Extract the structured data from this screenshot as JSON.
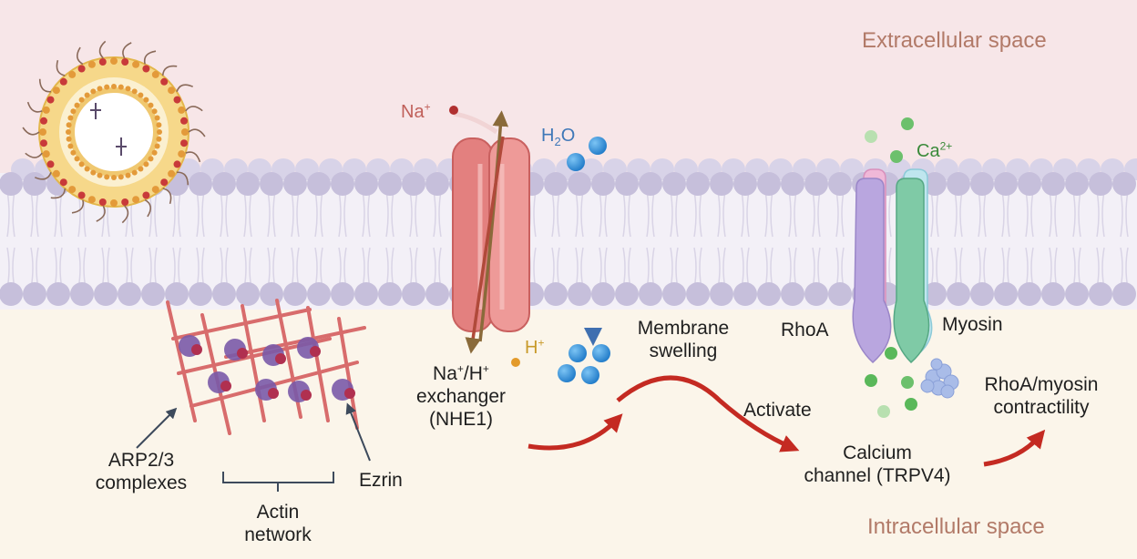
{
  "regions": {
    "extracellular": "Extracellular space",
    "intracellular": "Intracellular space"
  },
  "ions": {
    "na": "Na",
    "na_charge": "+",
    "h": "H",
    "h_charge": "+",
    "h2o_h": "H",
    "h2o_sub": "2",
    "h2o_o": "O",
    "ca": "Ca",
    "ca_charge": "2+"
  },
  "labels": {
    "exchanger_na": "Na",
    "exchanger_na_charge": "+",
    "exchanger_slash": "/H",
    "exchanger_h_charge": "+",
    "exchanger_line2": "exchanger",
    "exchanger_line3": "(NHE1)",
    "membrane_line1": "Membrane",
    "membrane_line2": "swelling",
    "activate": "Activate",
    "calcium_line1": "Calcium",
    "calcium_line2": "channel (TRPV4)",
    "rhoa": "RhoA",
    "myosin": "Myosin",
    "contract_line1": "RhoA/myosin",
    "contract_line2": "contractility",
    "arp_line1": "ARP2/3",
    "arp_line2": "complexes",
    "actin_line1": "Actin",
    "actin_line2": "network",
    "ezrin": "Ezrin"
  },
  "colors": {
    "extracellular_bg": "#f7e6e8",
    "intracellular_bg": "#fbf5ea",
    "lipid_head": "#c9c3dd",
    "exchanger": "#e88a88",
    "water": "#2f8fd8",
    "calcium": "#6cc06c",
    "rhoa": "#b8a0dc",
    "myosin": "#7cc8a4",
    "arrow": "#c42a22",
    "actin": "#d86c6c",
    "arp": "#7a4a9a"
  }
}
